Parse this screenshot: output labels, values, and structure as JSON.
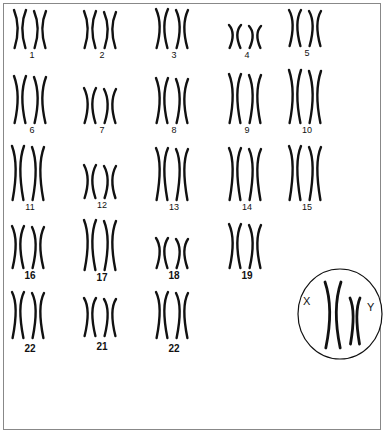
{
  "diagram": {
    "nodes": [
      {
        "text": [
          "X",
          "Y"
        ]
      }
    ],
    "labels": [
      "1",
      "2",
      "3",
      "4",
      "5",
      "6",
      "7",
      "8",
      "9",
      "10",
      "11",
      "12",
      "13",
      "14",
      "15",
      "16",
      "17",
      "18",
      "19",
      "22",
      "21",
      "22"
    ]
  }
}
